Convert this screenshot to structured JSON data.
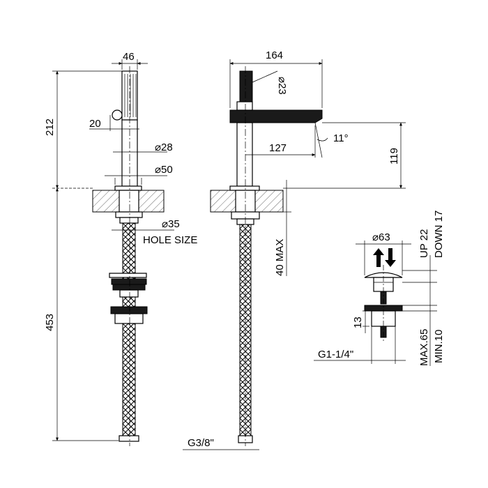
{
  "dimensions": {
    "front_width": "46",
    "front_height_above": "212",
    "front_lever_offset": "20",
    "body_diameter": "⌀28",
    "base_diameter": "⌀50",
    "hole_diameter": "⌀35",
    "hole_size_label": "HOLE SIZE",
    "below_deck_length": "453",
    "side_reach": "164",
    "handle_diameter": "⌀23",
    "spout_reach": "127",
    "spout_angle": "11°",
    "spout_height": "119",
    "max_deck_thickness": "40 MAX",
    "connection_thread": "G3/8\"",
    "waste_diameter": "⌀63",
    "waste_up": "UP 22",
    "waste_down": "DOWN 17",
    "waste_dim_13": "13",
    "waste_thread": "G1-1/4\"",
    "waste_max": "MAX.65",
    "waste_min": "MIN.10"
  }
}
